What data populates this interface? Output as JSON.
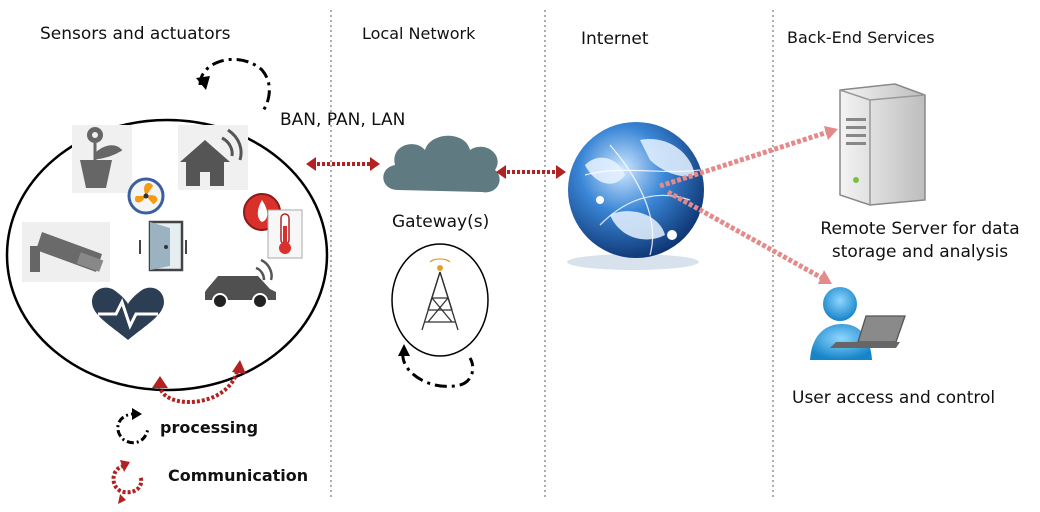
{
  "columns": {
    "sensors": "Sensors and actuators",
    "local_network": "Local Network",
    "internet": "Internet",
    "back_end": "Back-End Services"
  },
  "network_types": "BAN, PAN, LAN",
  "gateway": "Gateway(s)",
  "remote_server": "Remote Server for data storage and analysis",
  "user_access": "User access and control",
  "legend": {
    "processing": "processing",
    "communication": "Communication"
  },
  "colors": {
    "arrow": "#b22222",
    "arrow_light": "#e58a8a",
    "cloud": "#5f7a80",
    "icon_gray": "#555555",
    "globe": "#1f5fb0",
    "user": "#2aa3e0",
    "divider": "#777777"
  },
  "icons": [
    "flower-pot-icon",
    "fan-icon",
    "home-wifi-icon",
    "surveillance-camera-icon",
    "door-sensor-icon",
    "fire-alarm-icon",
    "thermometer-icon",
    "connected-car-icon",
    "heart-rate-icon",
    "cloud-icon",
    "radio-tower-icon",
    "globe-icon",
    "server-icon",
    "user-laptop-icon"
  ]
}
